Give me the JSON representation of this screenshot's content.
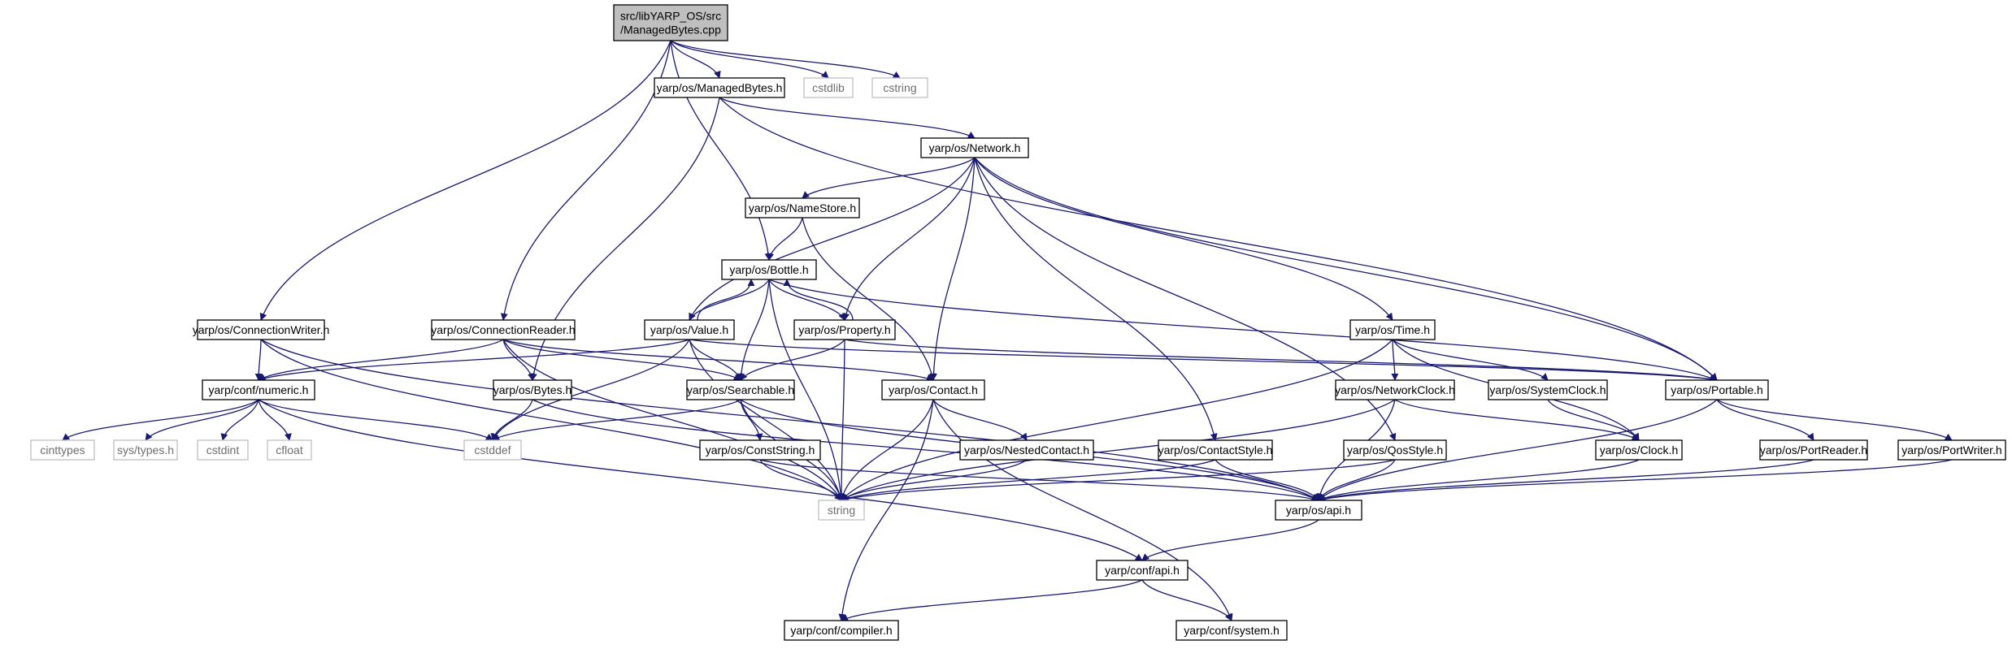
{
  "colors": {
    "edge": "#191970",
    "node_border": "#000000",
    "external_border": "#bfbfbf",
    "root_fill": "#bfbfbf",
    "text": "#000000",
    "external_text": "#6e6e6e"
  },
  "diagram": {
    "nodes": [
      {
        "id": "root",
        "kind": "root",
        "label_lines": [
          "src/libYARP_OS/src",
          "/ManagedBytes.cpp"
        ]
      },
      {
        "id": "managedbytes",
        "kind": "header",
        "label_lines": [
          "yarp/os/ManagedBytes.h"
        ]
      },
      {
        "id": "cstdlib",
        "kind": "external",
        "label_lines": [
          "cstdlib"
        ]
      },
      {
        "id": "cstring",
        "kind": "external",
        "label_lines": [
          "cstring"
        ]
      },
      {
        "id": "network",
        "kind": "header",
        "label_lines": [
          "yarp/os/Network.h"
        ]
      },
      {
        "id": "namestore",
        "kind": "header",
        "label_lines": [
          "yarp/os/NameStore.h"
        ]
      },
      {
        "id": "bottle",
        "kind": "header",
        "label_lines": [
          "yarp/os/Bottle.h"
        ]
      },
      {
        "id": "connwriter",
        "kind": "header",
        "label_lines": [
          "yarp/os/ConnectionWriter.h"
        ]
      },
      {
        "id": "connreader",
        "kind": "header",
        "label_lines": [
          "yarp/os/ConnectionReader.h"
        ]
      },
      {
        "id": "value",
        "kind": "header",
        "label_lines": [
          "yarp/os/Value.h"
        ]
      },
      {
        "id": "property",
        "kind": "header",
        "label_lines": [
          "yarp/os/Property.h"
        ]
      },
      {
        "id": "time",
        "kind": "header",
        "label_lines": [
          "yarp/os/Time.h"
        ]
      },
      {
        "id": "numeric",
        "kind": "header",
        "label_lines": [
          "yarp/conf/numeric.h"
        ]
      },
      {
        "id": "bytes",
        "kind": "header",
        "label_lines": [
          "yarp/os/Bytes.h"
        ]
      },
      {
        "id": "searchable",
        "kind": "header",
        "label_lines": [
          "yarp/os/Searchable.h"
        ]
      },
      {
        "id": "contact",
        "kind": "header",
        "label_lines": [
          "yarp/os/Contact.h"
        ]
      },
      {
        "id": "networkclock",
        "kind": "header",
        "label_lines": [
          "yarp/os/NetworkClock.h"
        ]
      },
      {
        "id": "systemclock",
        "kind": "header",
        "label_lines": [
          "yarp/os/SystemClock.h"
        ]
      },
      {
        "id": "portable",
        "kind": "header",
        "label_lines": [
          "yarp/os/Portable.h"
        ]
      },
      {
        "id": "cinttypes",
        "kind": "external",
        "label_lines": [
          "cinttypes"
        ]
      },
      {
        "id": "systypes",
        "kind": "external",
        "label_lines": [
          "sys/types.h"
        ]
      },
      {
        "id": "cstdint",
        "kind": "external",
        "label_lines": [
          "cstdint"
        ]
      },
      {
        "id": "cfloat",
        "kind": "external",
        "label_lines": [
          "cfloat"
        ]
      },
      {
        "id": "cstddef",
        "kind": "external",
        "label_lines": [
          "cstddef"
        ]
      },
      {
        "id": "conststring",
        "kind": "header",
        "label_lines": [
          "yarp/os/ConstString.h"
        ]
      },
      {
        "id": "nestedcontact",
        "kind": "header",
        "label_lines": [
          "yarp/os/NestedContact.h"
        ]
      },
      {
        "id": "contactstyle",
        "kind": "header",
        "label_lines": [
          "yarp/os/ContactStyle.h"
        ]
      },
      {
        "id": "qosstyle",
        "kind": "header",
        "label_lines": [
          "yarp/os/QosStyle.h"
        ]
      },
      {
        "id": "clock",
        "kind": "header",
        "label_lines": [
          "yarp/os/Clock.h"
        ]
      },
      {
        "id": "portreader",
        "kind": "header",
        "label_lines": [
          "yarp/os/PortReader.h"
        ]
      },
      {
        "id": "portwriter",
        "kind": "header",
        "label_lines": [
          "yarp/os/PortWriter.h"
        ]
      },
      {
        "id": "string",
        "kind": "external",
        "label_lines": [
          "string"
        ]
      },
      {
        "id": "osapi",
        "kind": "header",
        "label_lines": [
          "yarp/os/api.h"
        ]
      },
      {
        "id": "confapi",
        "kind": "header",
        "label_lines": [
          "yarp/conf/api.h"
        ]
      },
      {
        "id": "compiler",
        "kind": "header",
        "label_lines": [
          "yarp/conf/compiler.h"
        ]
      },
      {
        "id": "system",
        "kind": "header",
        "label_lines": [
          "yarp/conf/system.h"
        ]
      }
    ],
    "edges": [
      [
        "root",
        "managedbytes"
      ],
      [
        "root",
        "cstdlib"
      ],
      [
        "root",
        "cstring"
      ],
      [
        "root",
        "bottle"
      ],
      [
        "root",
        "connwriter"
      ],
      [
        "root",
        "connreader"
      ],
      [
        "managedbytes",
        "network"
      ],
      [
        "managedbytes",
        "bytes"
      ],
      [
        "managedbytes",
        "portable"
      ],
      [
        "network",
        "namestore"
      ],
      [
        "network",
        "value"
      ],
      [
        "network",
        "property"
      ],
      [
        "network",
        "contact"
      ],
      [
        "network",
        "time"
      ],
      [
        "network",
        "portable"
      ],
      [
        "network",
        "contactstyle"
      ],
      [
        "network",
        "qosstyle"
      ],
      [
        "namestore",
        "bottle"
      ],
      [
        "namestore",
        "contact"
      ],
      [
        "bottle",
        "value"
      ],
      [
        "bottle",
        "property"
      ],
      [
        "bottle",
        "searchable"
      ],
      [
        "bottle",
        "portable"
      ],
      [
        "bottle",
        "string"
      ],
      [
        "value",
        "bottle"
      ],
      [
        "value",
        "searchable"
      ],
      [
        "value",
        "numeric"
      ],
      [
        "value",
        "portable"
      ],
      [
        "value",
        "cstddef"
      ],
      [
        "value",
        "string"
      ],
      [
        "property",
        "bottle"
      ],
      [
        "property",
        "searchable"
      ],
      [
        "property",
        "portable"
      ],
      [
        "property",
        "string"
      ],
      [
        "connwriter",
        "numeric"
      ],
      [
        "connwriter",
        "string"
      ],
      [
        "connwriter",
        "osapi"
      ],
      [
        "connreader",
        "numeric"
      ],
      [
        "connreader",
        "bytes"
      ],
      [
        "connreader",
        "searchable"
      ],
      [
        "connreader",
        "contact"
      ],
      [
        "connreader",
        "string"
      ],
      [
        "numeric",
        "cinttypes"
      ],
      [
        "numeric",
        "systypes"
      ],
      [
        "numeric",
        "cstdint"
      ],
      [
        "numeric",
        "cfloat"
      ],
      [
        "numeric",
        "cstddef"
      ],
      [
        "numeric",
        "confapi"
      ],
      [
        "bytes",
        "cstddef"
      ],
      [
        "bytes",
        "osapi"
      ],
      [
        "searchable",
        "cstddef"
      ],
      [
        "searchable",
        "conststring"
      ],
      [
        "searchable",
        "string"
      ],
      [
        "searchable",
        "osapi"
      ],
      [
        "contact",
        "nestedcontact"
      ],
      [
        "contact",
        "string"
      ],
      [
        "contact",
        "compiler"
      ],
      [
        "contact",
        "system"
      ],
      [
        "time",
        "networkclock"
      ],
      [
        "time",
        "systemclock"
      ],
      [
        "time",
        "clock"
      ],
      [
        "time",
        "string"
      ],
      [
        "networkclock",
        "clock"
      ],
      [
        "networkclock",
        "string"
      ],
      [
        "networkclock",
        "osapi"
      ],
      [
        "systemclock",
        "clock"
      ],
      [
        "portable",
        "portreader"
      ],
      [
        "portable",
        "portwriter"
      ],
      [
        "portable",
        "osapi"
      ],
      [
        "conststring",
        "string"
      ],
      [
        "conststring",
        "osapi"
      ],
      [
        "nestedcontact",
        "string"
      ],
      [
        "contactstyle",
        "string"
      ],
      [
        "contactstyle",
        "osapi"
      ],
      [
        "qosstyle",
        "string"
      ],
      [
        "qosstyle",
        "osapi"
      ],
      [
        "clock",
        "osapi"
      ],
      [
        "portreader",
        "osapi"
      ],
      [
        "portwriter",
        "osapi"
      ],
      [
        "osapi",
        "confapi"
      ],
      [
        "confapi",
        "compiler"
      ],
      [
        "confapi",
        "system"
      ]
    ]
  }
}
